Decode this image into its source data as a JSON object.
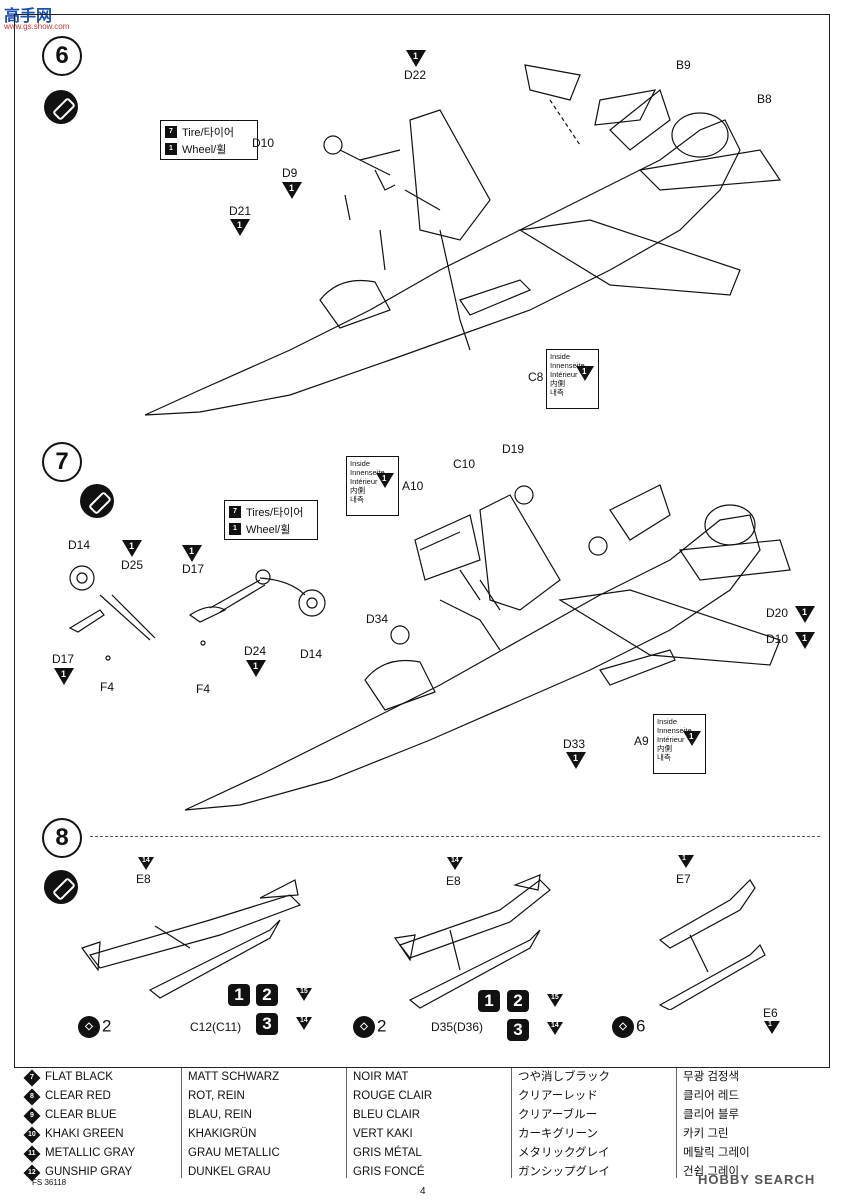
{
  "header": {
    "site_logo": "高手网",
    "site_url": "www.gs.show.com"
  },
  "steps": [
    {
      "number": "6"
    },
    {
      "number": "7"
    },
    {
      "number": "8"
    }
  ],
  "step6": {
    "labels": {
      "d22": "D22",
      "b9": "B9",
      "b8": "B8",
      "d10": "D10",
      "d9": "D9",
      "d21": "D21",
      "c8": "C8"
    },
    "paint_note": {
      "tire_code": "7",
      "tire": "Tire/타이어",
      "wheel_code": "1",
      "wheel": "Wheel/휠"
    },
    "inside_note": {
      "line1": "Inside",
      "line2": "Innenseite",
      "line3": "Intérieur",
      "line4": "内側",
      "line5": "내측",
      "code": "1"
    },
    "codes": {
      "d22": "1",
      "d9": "1",
      "d21": "1"
    }
  },
  "step7": {
    "labels": {
      "d14a": "D14",
      "d25": "D25",
      "d17a": "D17",
      "f4a": "F4",
      "d17b": "D17",
      "d24": "D24",
      "f4b": "F4",
      "d14b": "D14",
      "a10": "A10",
      "c10": "C10",
      "d19": "D19",
      "d34": "D34",
      "d20": "D20",
      "d10": "D10",
      "d33": "D33",
      "a9": "A9"
    },
    "paint_note": {
      "tire_code": "7",
      "tire": "Tires/타이어",
      "wheel_code": "1",
      "wheel": "Wheel/휠"
    },
    "inside_note": {
      "line1": "Inside",
      "line2": "Innenseite",
      "line3": "Intérieur",
      "line4": "内側",
      "line5": "내측",
      "code": "1"
    },
    "inside_note2": {
      "line1": "Inside",
      "line2": "Innenseite",
      "line3": "Intérieur",
      "line4": "内側",
      "line5": "내측",
      "code": "1"
    }
  },
  "step8": {
    "group1": {
      "e8": "E8",
      "e8_code": "14",
      "part": "C12(C11)",
      "glue": "2",
      "n1": "1",
      "n2": "2",
      "n3": "3",
      "c15": "15",
      "c14": "14"
    },
    "group2": {
      "e8": "E8",
      "e8_code": "14",
      "part": "D35(D36)",
      "glue": "2",
      "n1": "1",
      "n2": "2",
      "n3": "3",
      "c15": "15",
      "c14": "14"
    },
    "group3": {
      "e7": "E7",
      "e7_code": "1",
      "e6": "E6",
      "e6_code": "1",
      "glue": "6"
    }
  },
  "colors": [
    {
      "code": "7",
      "en": "FLAT BLACK",
      "de": "MATT SCHWARZ",
      "fr": "NOIR MAT",
      "jp": "つや消しブラック",
      "kr": "무광 검정색"
    },
    {
      "code": "8",
      "en": "CLEAR RED",
      "de": "ROT, REIN",
      "fr": "ROUGE CLAIR",
      "jp": "クリアーレッド",
      "kr": "클리어 레드"
    },
    {
      "code": "9",
      "en": "CLEAR BLUE",
      "de": "BLAU, REIN",
      "fr": "BLEU CLAIR",
      "jp": "クリアーブルー",
      "kr": "클리어 블루"
    },
    {
      "code": "10",
      "en": "KHAKI GREEN",
      "de": "KHAKIGRÜN",
      "fr": "VERT KAKI",
      "jp": "カーキグリーン",
      "kr": "카키 그린"
    },
    {
      "code": "11",
      "en": "METALLIC GRAY",
      "de": "GRAU METALLIC",
      "fr": "GRIS MÉTAL",
      "jp": "メタリックグレイ",
      "kr": "메탈릭 그레이"
    },
    {
      "code": "12",
      "en": "GUNSHIP GRAY",
      "de": "DUNKEL GRAU",
      "fr": "GRIS FONCÉ",
      "jp": "ガンシップグレイ",
      "kr": "건쉽 그레이"
    }
  ],
  "footer": {
    "fs": "FS 36118",
    "page": "4",
    "watermark": "HOBBY SEARCH"
  }
}
